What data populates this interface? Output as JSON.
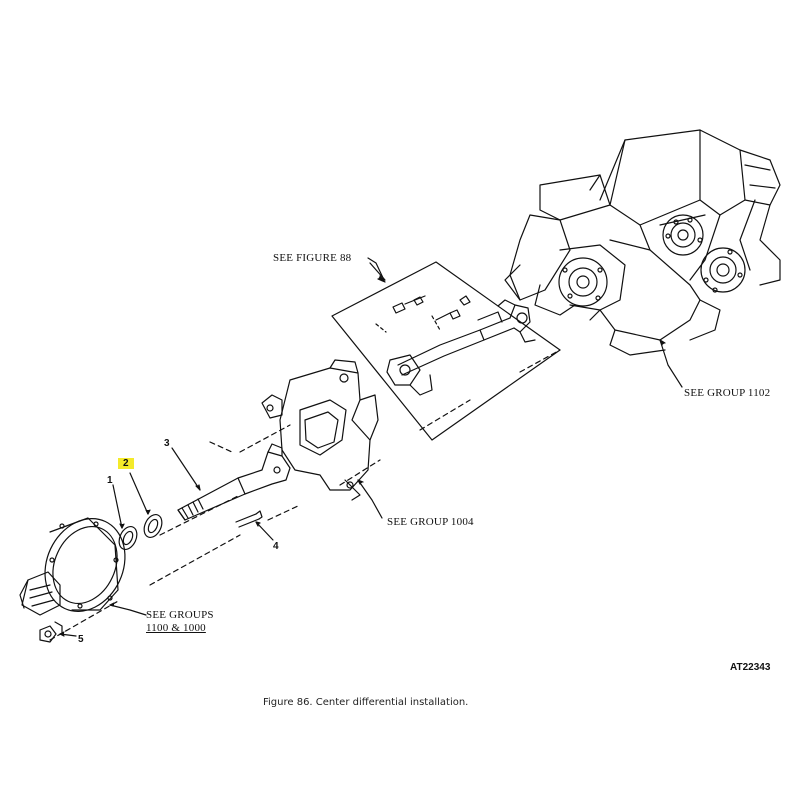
{
  "callouts": {
    "see_figure_88": "SEE FIGURE 88",
    "see_group_1102": "SEE GROUP 1102",
    "see_group_1004": "SEE GROUP 1004",
    "see_groups_line1": "SEE GROUPS",
    "see_groups_line2": "1100 & 1000"
  },
  "item_numbers": {
    "n1": "1",
    "n2": "2",
    "n3": "3",
    "n4": "4",
    "n5": "5"
  },
  "highlight_color": "#f4ea2a",
  "drawing_code": "AT22343",
  "caption": "Figure 86. Center differential installation."
}
